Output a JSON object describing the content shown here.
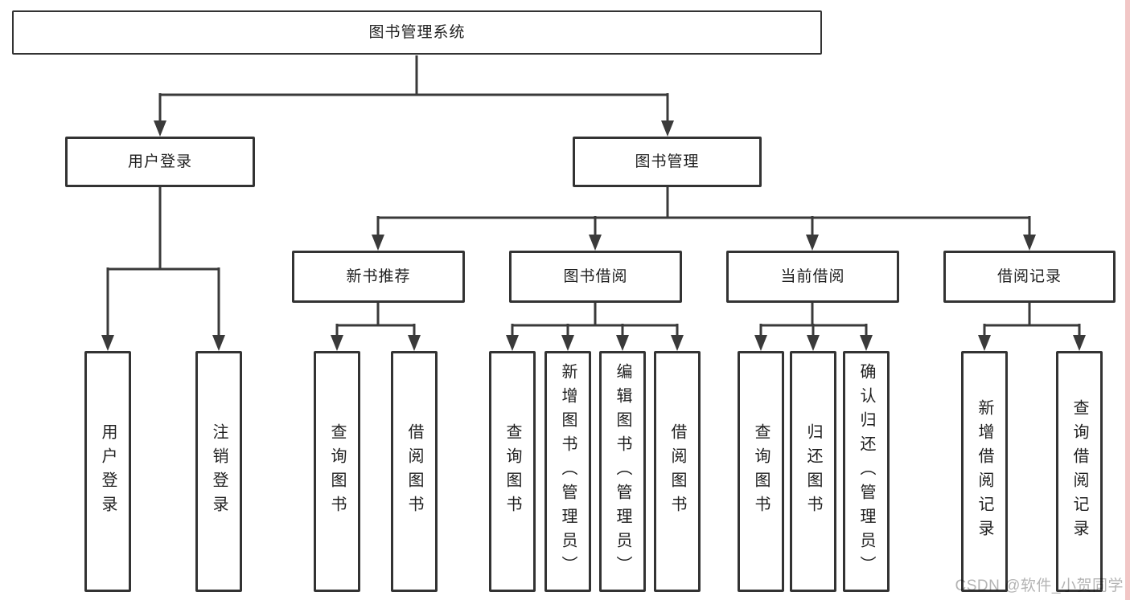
{
  "diagram": {
    "root": {
      "label": "图书管理系统"
    },
    "branches": [
      {
        "label": "用户登录"
      },
      {
        "label": "图书管理"
      }
    ],
    "modules": [
      {
        "label": "新书推荐"
      },
      {
        "label": "图书借阅"
      },
      {
        "label": "当前借阅"
      },
      {
        "label": "借阅记录"
      }
    ],
    "leaves": [
      {
        "label": "用户登录"
      },
      {
        "label": "注销登录"
      },
      {
        "label": "查询图书"
      },
      {
        "label": "借阅图书"
      },
      {
        "label": "查询图书"
      },
      {
        "label": "新增图书（管理员）"
      },
      {
        "label": "编辑图书（管理员）"
      },
      {
        "label": "借阅图书"
      },
      {
        "label": "查询图书"
      },
      {
        "label": "归还图书"
      },
      {
        "label": "确认归还（管理员）"
      },
      {
        "label": "新增借阅记录"
      },
      {
        "label": "查询借阅记录"
      }
    ],
    "watermark": "CSDN @软件_小贺同学",
    "colors": {
      "line": "#3a3a3a",
      "border": "#333333",
      "text": "#1f1f1f",
      "watermark": "#b4b4b4",
      "edge_strip": "#f2c6c6",
      "background": "#ffffff"
    }
  }
}
